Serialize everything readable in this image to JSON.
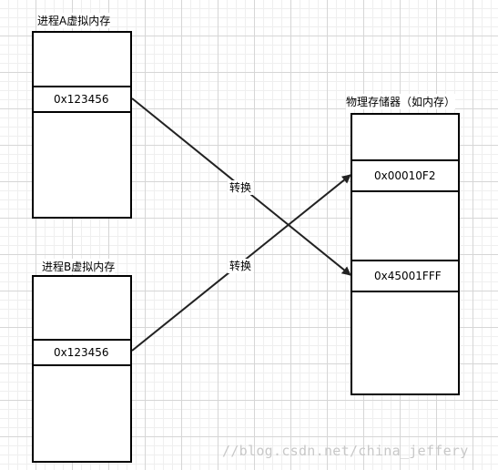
{
  "process_a": {
    "title": "进程A虚拟内存",
    "address": "0x123456"
  },
  "process_b": {
    "title": "进程B虚拟内存",
    "address": "0x123456"
  },
  "physical": {
    "title": "物理存储器（如内存）",
    "address_1": "0x00010F2",
    "address_2": "0x45001FFF"
  },
  "conversion_label_1": "转换",
  "conversion_label_2": "转换",
  "watermark": "//blog.csdn.net/china_jeffery"
}
